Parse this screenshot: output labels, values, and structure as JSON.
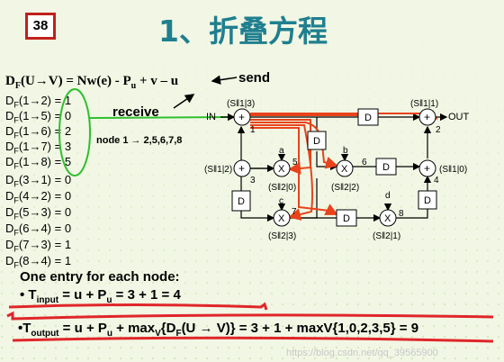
{
  "slide_number": "38",
  "title": "1、折叠方程",
  "formula": {
    "lhs_d": "D",
    "lhs_f": "F",
    "lhs_arg": "(U",
    "lhs_arrow": "→",
    "lhs_close": "V) = Nw(e) - P",
    "pu_sub": "u",
    "rhs_tail": " + v – u",
    "send_label": "send",
    "receive_label": "receive"
  },
  "fold_list": [
    {
      "arg": "(1→2) = 1"
    },
    {
      "arg": "(1→5) = 0"
    },
    {
      "arg": "(1→6) = 2"
    },
    {
      "arg": "(1→7) = 3"
    },
    {
      "arg": "(1→8) = 5"
    },
    {
      "arg": "(3→1) = 0"
    },
    {
      "arg": "(4→2) = 0"
    },
    {
      "arg": "(5→3) = 0"
    },
    {
      "arg": "(6→4) = 0"
    },
    {
      "arg": "(7→3) = 1"
    },
    {
      "arg": "(8→4) = 1"
    }
  ],
  "node_note": "node 1 → 2,5,6,7,8",
  "diagram": {
    "in_label": "IN",
    "out_label": "OUT",
    "delay_label": "D",
    "adders": [
      {
        "label": "(S‖1|3)",
        "num": "1"
      },
      {
        "label": "(S‖1|1)",
        "num": "2"
      },
      {
        "label": "(S‖1|2)",
        "num": "3"
      },
      {
        "label": "(S‖1|0)",
        "num": "4"
      }
    ],
    "mults": [
      {
        "coef": "a",
        "label": "(S‖2|0)",
        "num": "5"
      },
      {
        "coef": "b",
        "label": "(S‖2|2)",
        "num": "6"
      },
      {
        "coef": "c",
        "label": "(S‖2|3)",
        "num": "7"
      },
      {
        "coef": "d",
        "label": "(S‖2|1)",
        "num": "8"
      }
    ]
  },
  "entry_line": "One entry for each node:",
  "t_input": {
    "pre": "• T",
    "sub": "input",
    "mid": " = u + P",
    "sub2": "u",
    "post": "  = 3 + 1 = 4"
  },
  "t_output": {
    "pre": "•T",
    "sub": "output",
    "mid": " = u + P",
    "sub2": "u",
    "post": " + max",
    "sub3": "V",
    "post2": "{D",
    "sub4": "F",
    "post3": "(U → V)} = 3 + 1 + maxV{1,0,2,3,5} = 9"
  },
  "watermark": "https://blog.csdn.net/qq_39565900",
  "colors": {
    "title": "#1f7f8f",
    "highlight": "#2fbf2f",
    "path": "#e8431b",
    "underline": "#e0262b",
    "frame": "#c0201c"
  }
}
